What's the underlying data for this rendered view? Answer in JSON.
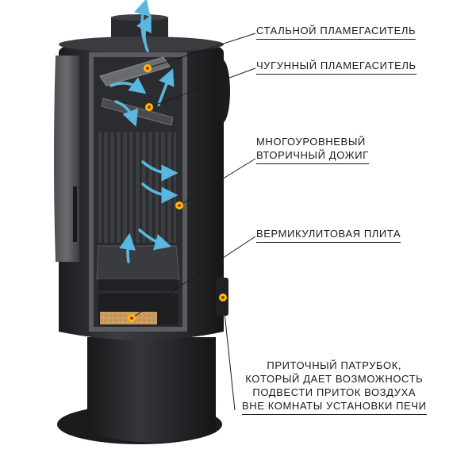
{
  "labels": {
    "steel_baffle": "СТАЛЬНОЙ ПЛАМЕГАСИТЕЛЬ",
    "cast_iron_baffle": "ЧУГУННЫЙ ПЛАМЕГАСИТЕЛЬ",
    "secondary_burn": [
      "МНОГОУРОВНЕВЫЙ",
      "ВТОРИЧНЫЙ ДОЖИГ"
    ],
    "vermiculite_plate": "ВЕРМИКУЛИТОВАЯ ПЛИТА",
    "air_inlet": [
      "ПРИТОЧНЫЙ ПАТРУБОК,",
      "КОТОРЫЙ ДАЕТ ВОЗМОЖНОСТЬ",
      "ПОДВЕСТИ ПРИТОК ВОЗДУХА",
      "ВНЕ КОМНАТЫ УСТАНОВКИ ПЕЧИ"
    ]
  },
  "colors": {
    "stove_body": "#2e3033",
    "stove_dark": "#1f2022",
    "interior": "#3a3b3d",
    "airflow": "#5ab8e0",
    "marker": "#f2c200",
    "marker_center": "#d81b1b",
    "vermiculite": "#c79a62"
  }
}
